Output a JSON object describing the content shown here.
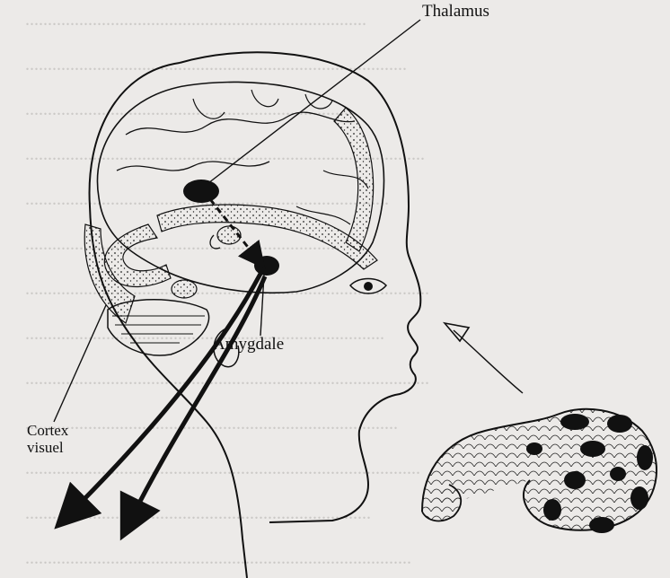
{
  "figure": {
    "labels": {
      "thalamus": "Thalamus",
      "amygdale": "Amygdale",
      "cortex_line1": "Cortex",
      "cortex_line2": "visuel"
    },
    "colors": {
      "paper": "#eceae8",
      "ink": "#111111",
      "bleed_text": "#8a847e"
    }
  }
}
